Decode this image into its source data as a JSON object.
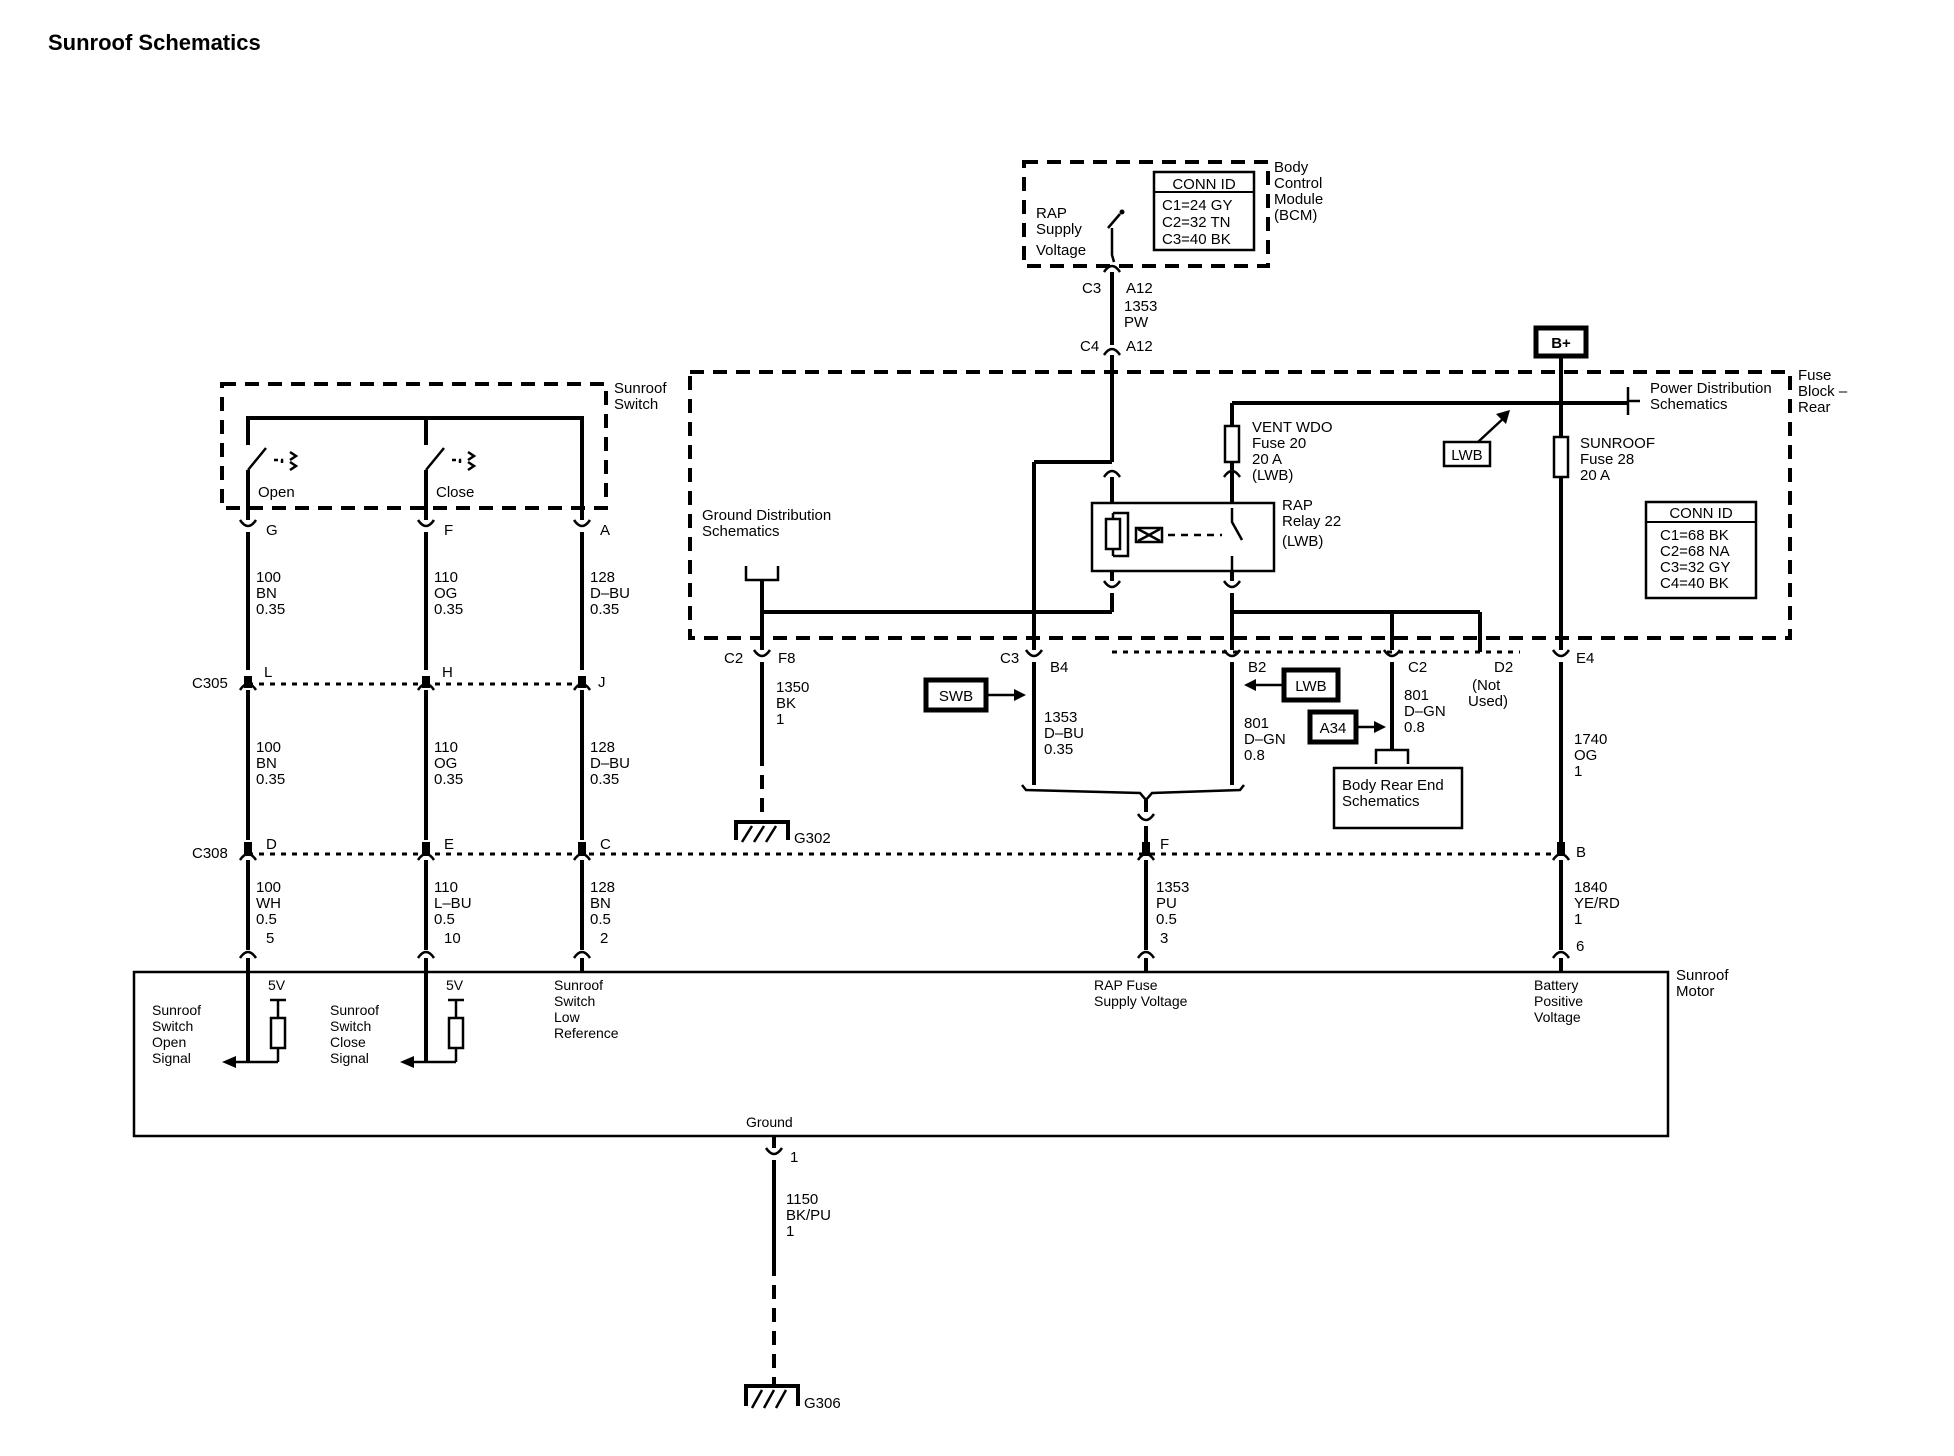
{
  "title": "Sunroof Schematics",
  "bcm": {
    "label_1": "Body",
    "label_2": "Control",
    "label_3": "Module",
    "label_4": "(BCM)",
    "rap_1": "RAP",
    "rap_2": "Supply",
    "rap_3": "Voltage",
    "conn_title": "CONN ID",
    "conn": [
      "C1=24 GY",
      "C2=32 TN",
      "C3=40 BK"
    ]
  },
  "bcm_pins": {
    "c3": "C3",
    "a12_top": "A12",
    "c4": "C4",
    "a12_bot": "A12"
  },
  "wire_1353_top": {
    "num": "1353",
    "color": "PW"
  },
  "battery": "B+",
  "fuse_block": {
    "label_1": "Fuse",
    "label_2": "Block –",
    "label_3": "Rear",
    "pd_1": "Power Distribution",
    "pd_2": "Schematics",
    "lwb": "LWB",
    "vent_1": "VENT WDO",
    "vent_2": "Fuse 20",
    "vent_3": "20 A",
    "vent_4": "(LWB)",
    "sunroof_1": "SUNROOF",
    "sunroof_2": "Fuse 28",
    "sunroof_3": "20 A",
    "rap_1": "RAP",
    "rap_2": "Relay 22",
    "rap_3": "(LWB)",
    "gd_1": "Ground Distribution",
    "gd_2": "Schematics",
    "conn_title": "CONN ID",
    "conn": [
      "C1=68 BK",
      "C2=68 NA",
      "C3=32 GY",
      "C4=40 BK"
    ]
  },
  "fb_pins": {
    "c2": "C2",
    "f8": "F8",
    "c3": "C3",
    "b4": "B4",
    "b2": "B2",
    "c2b": "C2",
    "d2": "D2",
    "not_used_1": "(Not",
    "not_used_2": "Used)",
    "e4": "E4"
  },
  "switch": {
    "label_1": "Sunroof",
    "label_2": "Switch",
    "open": "Open",
    "close": "Close",
    "pin_g": "G",
    "pin_f": "F",
    "pin_a": "A"
  },
  "wires": {
    "w100_bn": [
      "100",
      "BN",
      "0.35"
    ],
    "w110_og": [
      "110",
      "OG",
      "0.35"
    ],
    "w128_dbu": [
      "128",
      "D–BU",
      "0.35"
    ],
    "w100_bn_b": [
      "100",
      "BN",
      "0.35"
    ],
    "w110_og_b": [
      "110",
      "OG",
      "0.35"
    ],
    "w128_dbu_b": [
      "128",
      "D–BU",
      "0.35"
    ],
    "w100_wh": [
      "100",
      "WH",
      "0.5"
    ],
    "w110_lbu": [
      "110",
      "L–BU",
      "0.5"
    ],
    "w128_bn": [
      "128",
      "BN",
      "0.5"
    ],
    "w1350": [
      "1350",
      "BK",
      "1"
    ],
    "w1353_dbu": [
      "1353",
      "D–BU",
      "0.35"
    ],
    "w801_a": [
      "801",
      "D–GN",
      "0.8"
    ],
    "w801_b": [
      "801",
      "D–GN",
      "0.8"
    ],
    "w1740": [
      "1740",
      "OG",
      "1"
    ],
    "w1353_pu": [
      "1353",
      "PU",
      "0.5"
    ],
    "w1840": [
      "1840",
      "YE/RD",
      "1"
    ],
    "w1150": [
      "1150",
      "BK/PU",
      "1"
    ]
  },
  "c305": {
    "name": "C305",
    "l": "L",
    "h": "H",
    "j": "J"
  },
  "c308": {
    "name": "C308",
    "d": "D",
    "e": "E",
    "c": "C",
    "f": "F",
    "b": "B"
  },
  "swb": "SWB",
  "lwb2": "LWB",
  "a34": "A34",
  "body_rear": {
    "l1": "Body Rear End",
    "l2": "Schematics"
  },
  "g302": "G302",
  "g306": "G306",
  "motor": {
    "label_1": "Sunroof",
    "label_2": "Motor",
    "pin5": "5",
    "pin10": "10",
    "pin2": "2",
    "pin3": "3",
    "pin6": "6",
    "pin1": "1",
    "v5a": "5V",
    "v5b": "5V",
    "open_sig": [
      "Sunroof",
      "Switch",
      "Open",
      "Signal"
    ],
    "close_sig": [
      "Sunroof",
      "Switch",
      "Close",
      "Signal"
    ],
    "low_ref": [
      "Sunroof",
      "Switch",
      "Low",
      "Reference"
    ],
    "rap_fuse": [
      "RAP Fuse",
      "Supply Voltage"
    ],
    "batt": [
      "Battery",
      "Positive",
      "Voltage"
    ],
    "ground": "Ground"
  }
}
